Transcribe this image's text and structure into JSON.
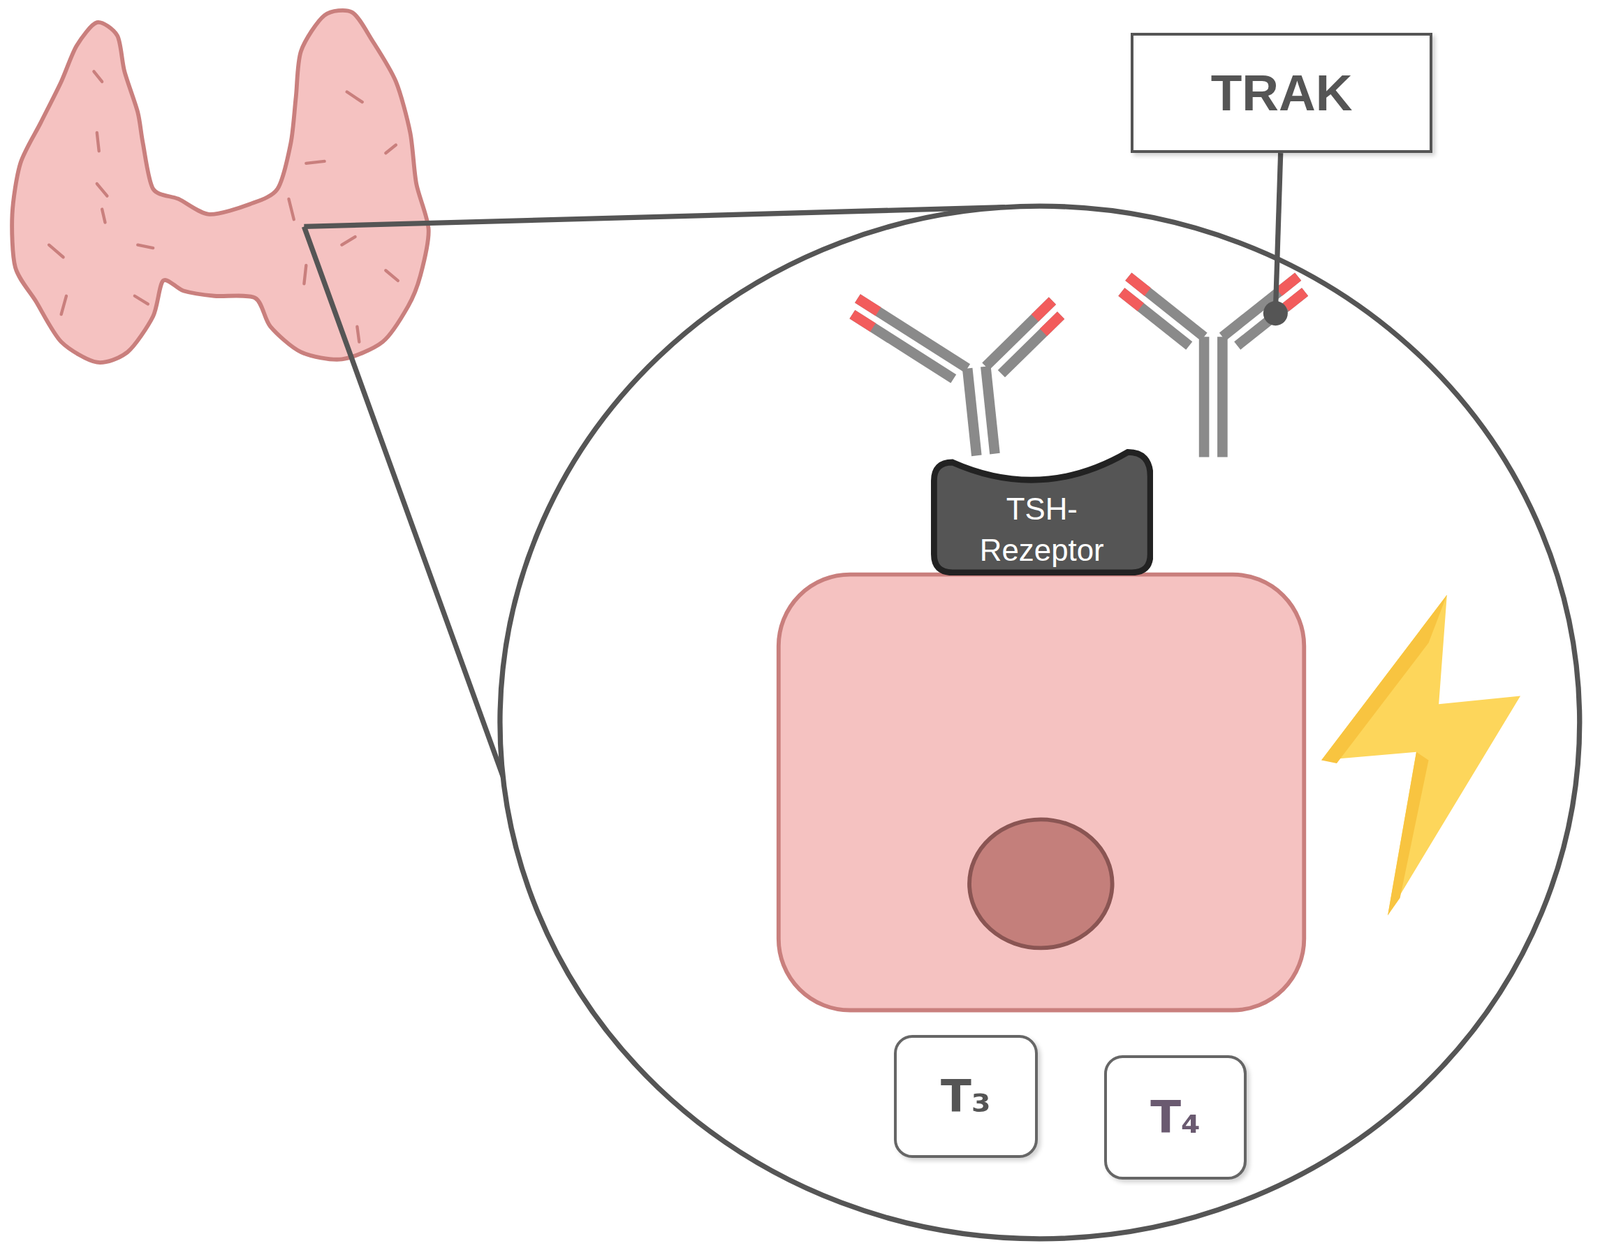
{
  "diagram": {
    "nodes": [
      {
        "text": [
          "TRAK"
        ]
      },
      {
        "text": [
          "TSH-Rezeptor"
        ]
      },
      {
        "text": [
          "T₃"
        ]
      },
      {
        "text": [
          "T₄"
        ]
      }
    ]
  }
}
